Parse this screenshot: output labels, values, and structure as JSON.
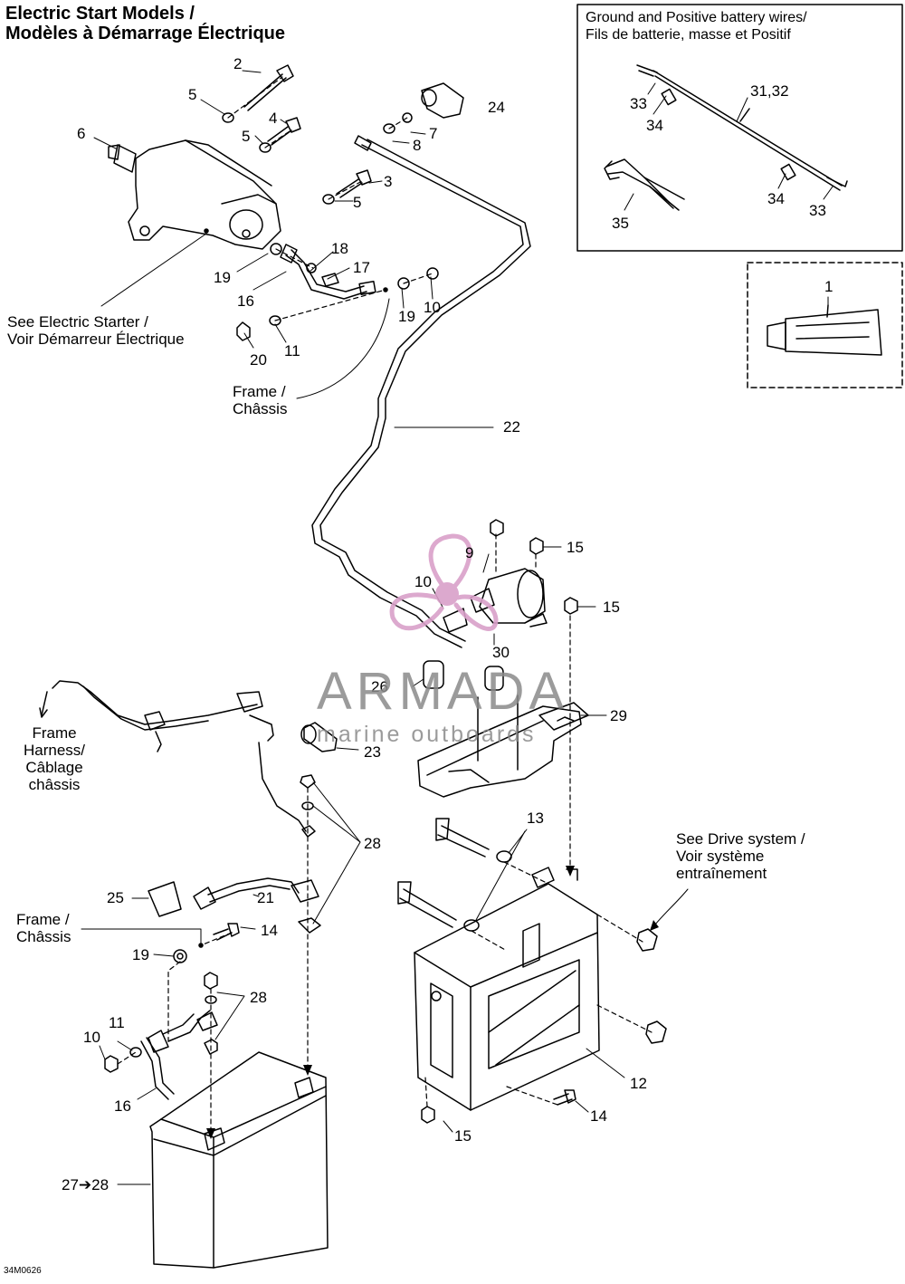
{
  "title": {
    "line1": "Electric Start Models /",
    "line2": "Modèles à Démarrage Électrique"
  },
  "inset": {
    "title_line1": "Ground and Positive battery wires/",
    "title_line2": "Fils de batterie, masse et Positif"
  },
  "labels": {
    "see_starter_line1": "See Electric Starter /",
    "see_starter_line2": "Voir Démarreur Électrique",
    "frame_top_line1": "Frame /",
    "frame_top_line2": "Châssis",
    "frame_harness_line1": "Frame",
    "frame_harness_line2": "Harness/",
    "frame_harness_line3": "Câblage",
    "frame_harness_line4": "châssis",
    "frame_bottom_line1": "Frame /",
    "frame_bottom_line2": "Châssis",
    "see_drive_line1": "See Drive system /",
    "see_drive_line2": "Voir système",
    "see_drive_line3": "entraînement"
  },
  "callouts": {
    "c2": "2",
    "c5a": "5",
    "c4": "4",
    "c5b": "5",
    "c6": "6",
    "c24": "24",
    "c7": "7",
    "c8": "8",
    "c3": "3",
    "c5c": "5",
    "c18": "18",
    "c17": "17",
    "c19a": "19",
    "c16a": "16",
    "c19b": "19",
    "c10a": "10",
    "c20": "20",
    "c11a": "11",
    "c22": "22",
    "c9": "9",
    "c15a": "15",
    "c10b": "10",
    "c15b": "15",
    "c30": "30",
    "c26": "26",
    "c29": "29",
    "c23": "23",
    "c28a": "28",
    "c13": "13",
    "c25": "25",
    "c21": "21",
    "c14a": "14",
    "c19c": "19",
    "c28b": "28",
    "c11b": "11",
    "c10c": "10",
    "c16b": "16",
    "c12": "12",
    "c14b": "14",
    "c15c": "15",
    "c27": "27➔28",
    "c3132": "31,32",
    "c33a": "33",
    "c34a": "34",
    "c34b": "34",
    "c33b": "33",
    "c35": "35",
    "c1": "1"
  },
  "watermark": {
    "brand": "ARMADA",
    "tagline": "marine outboards",
    "color": "#d9a0c9"
  },
  "drawing_code": "34M0626"
}
